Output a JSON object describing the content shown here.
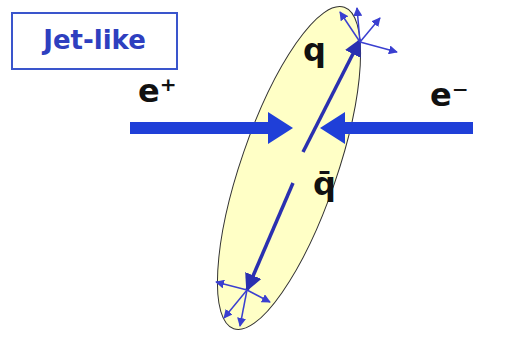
{
  "diagram": {
    "nodes": [
      {
        "text": [
          "Jet-like"
        ]
      },
      {
        "text": [
          "q",
          "q̄"
        ]
      }
    ],
    "labels": [
      "e⁺",
      "e⁻"
    ]
  }
}
